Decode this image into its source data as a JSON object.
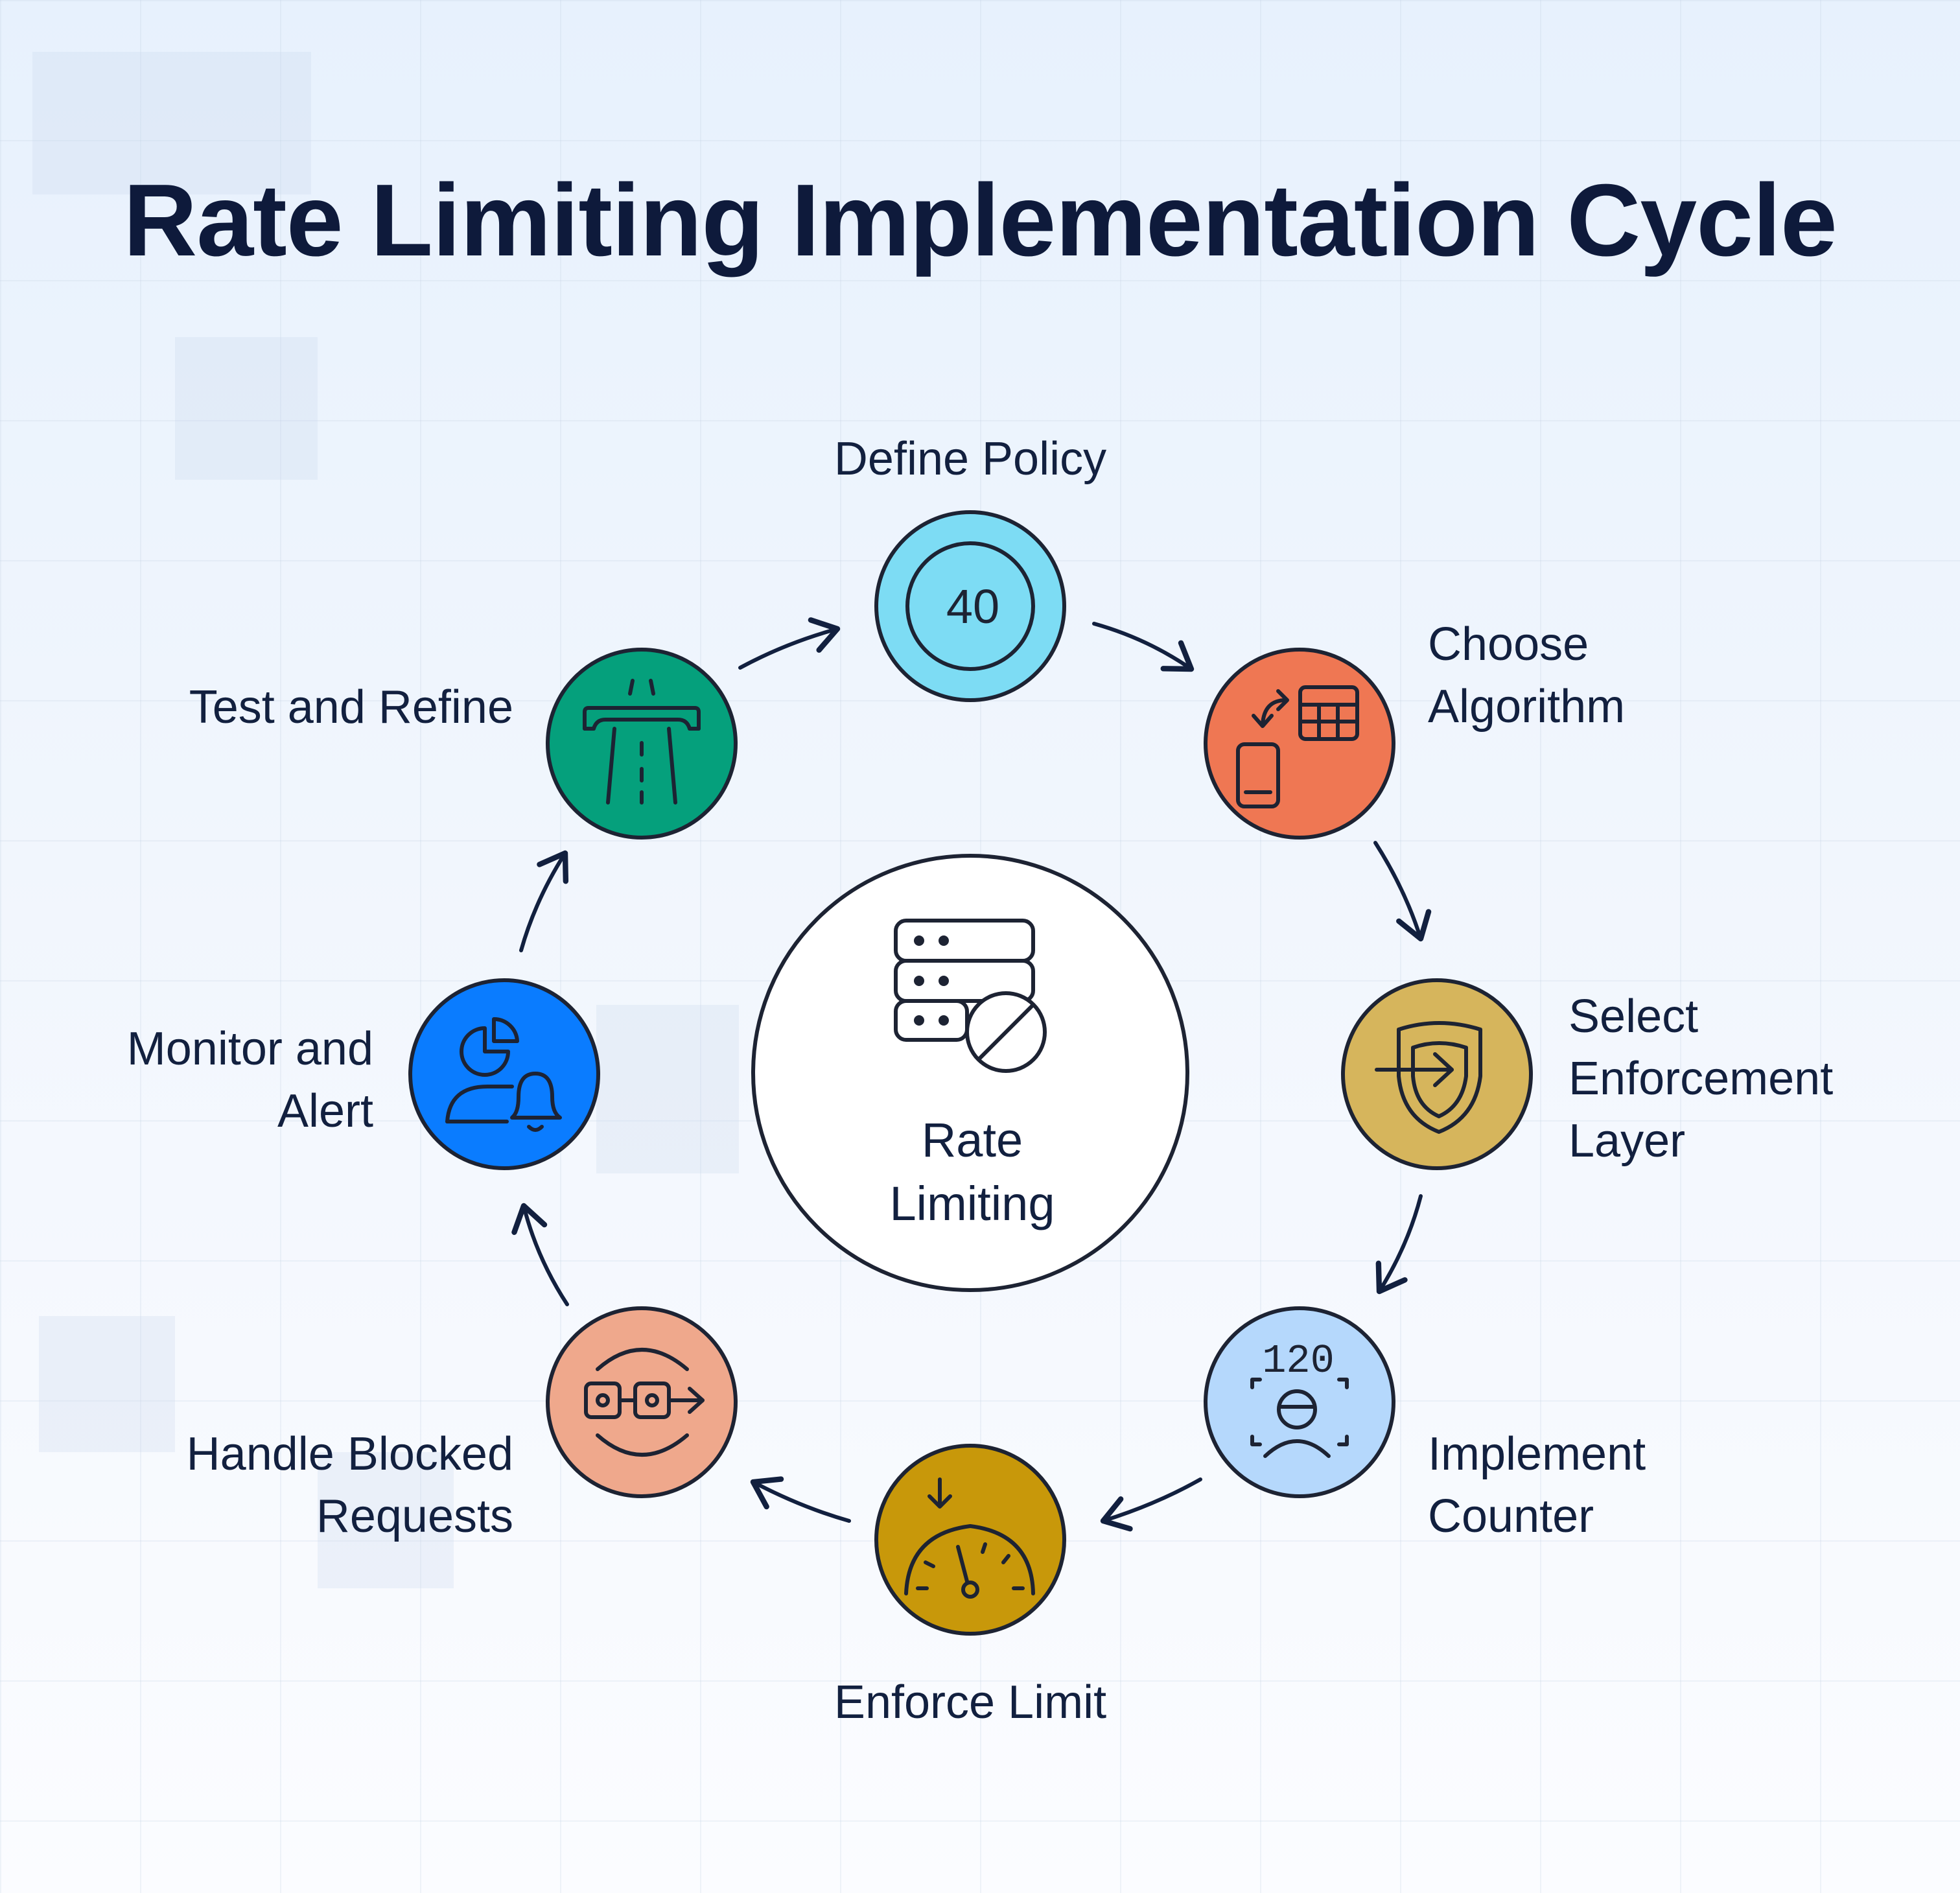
{
  "title": "Rate Limiting Implementation Cycle",
  "hub": {
    "label_line1": "Rate",
    "label_line2": "Limiting"
  },
  "steps": [
    {
      "label_lines": [
        "Define Policy"
      ],
      "color": "#7ddcf4",
      "icon": "gauge-40-icon",
      "icon_text": "40"
    },
    {
      "label_lines": [
        "Choose",
        "Algorithm"
      ],
      "color": "#ef7753",
      "icon": "device-swap-table-icon"
    },
    {
      "label_lines": [
        "Select",
        "Enforcement",
        "Layer"
      ],
      "color": "#d6b55c",
      "icon": "shield-enter-icon"
    },
    {
      "label_lines": [
        "Implement",
        "Counter"
      ],
      "color": "#b5d8fc",
      "icon": "counter-scan-icon",
      "icon_text": "120"
    },
    {
      "label_lines": [
        "Enforce Limit"
      ],
      "color": "#c8980a",
      "icon": "speedometer-icon"
    },
    {
      "label_lines": [
        "Handle Blocked",
        "Requests"
      ],
      "color": "#efa88c",
      "icon": "blocked-redirect-icon"
    },
    {
      "label_lines": [
        "Monitor and",
        "Alert"
      ],
      "color": "#0a7cff",
      "icon": "user-chart-bell-icon"
    },
    {
      "label_lines": [
        "Test and Refine"
      ],
      "color": "#05a07c",
      "icon": "highway-gate-icon"
    }
  ],
  "center_icon": "server-blocked-icon",
  "colors": {
    "ink": "#12203f",
    "title": "#0e1a3b",
    "stroke": "#1d2333"
  }
}
